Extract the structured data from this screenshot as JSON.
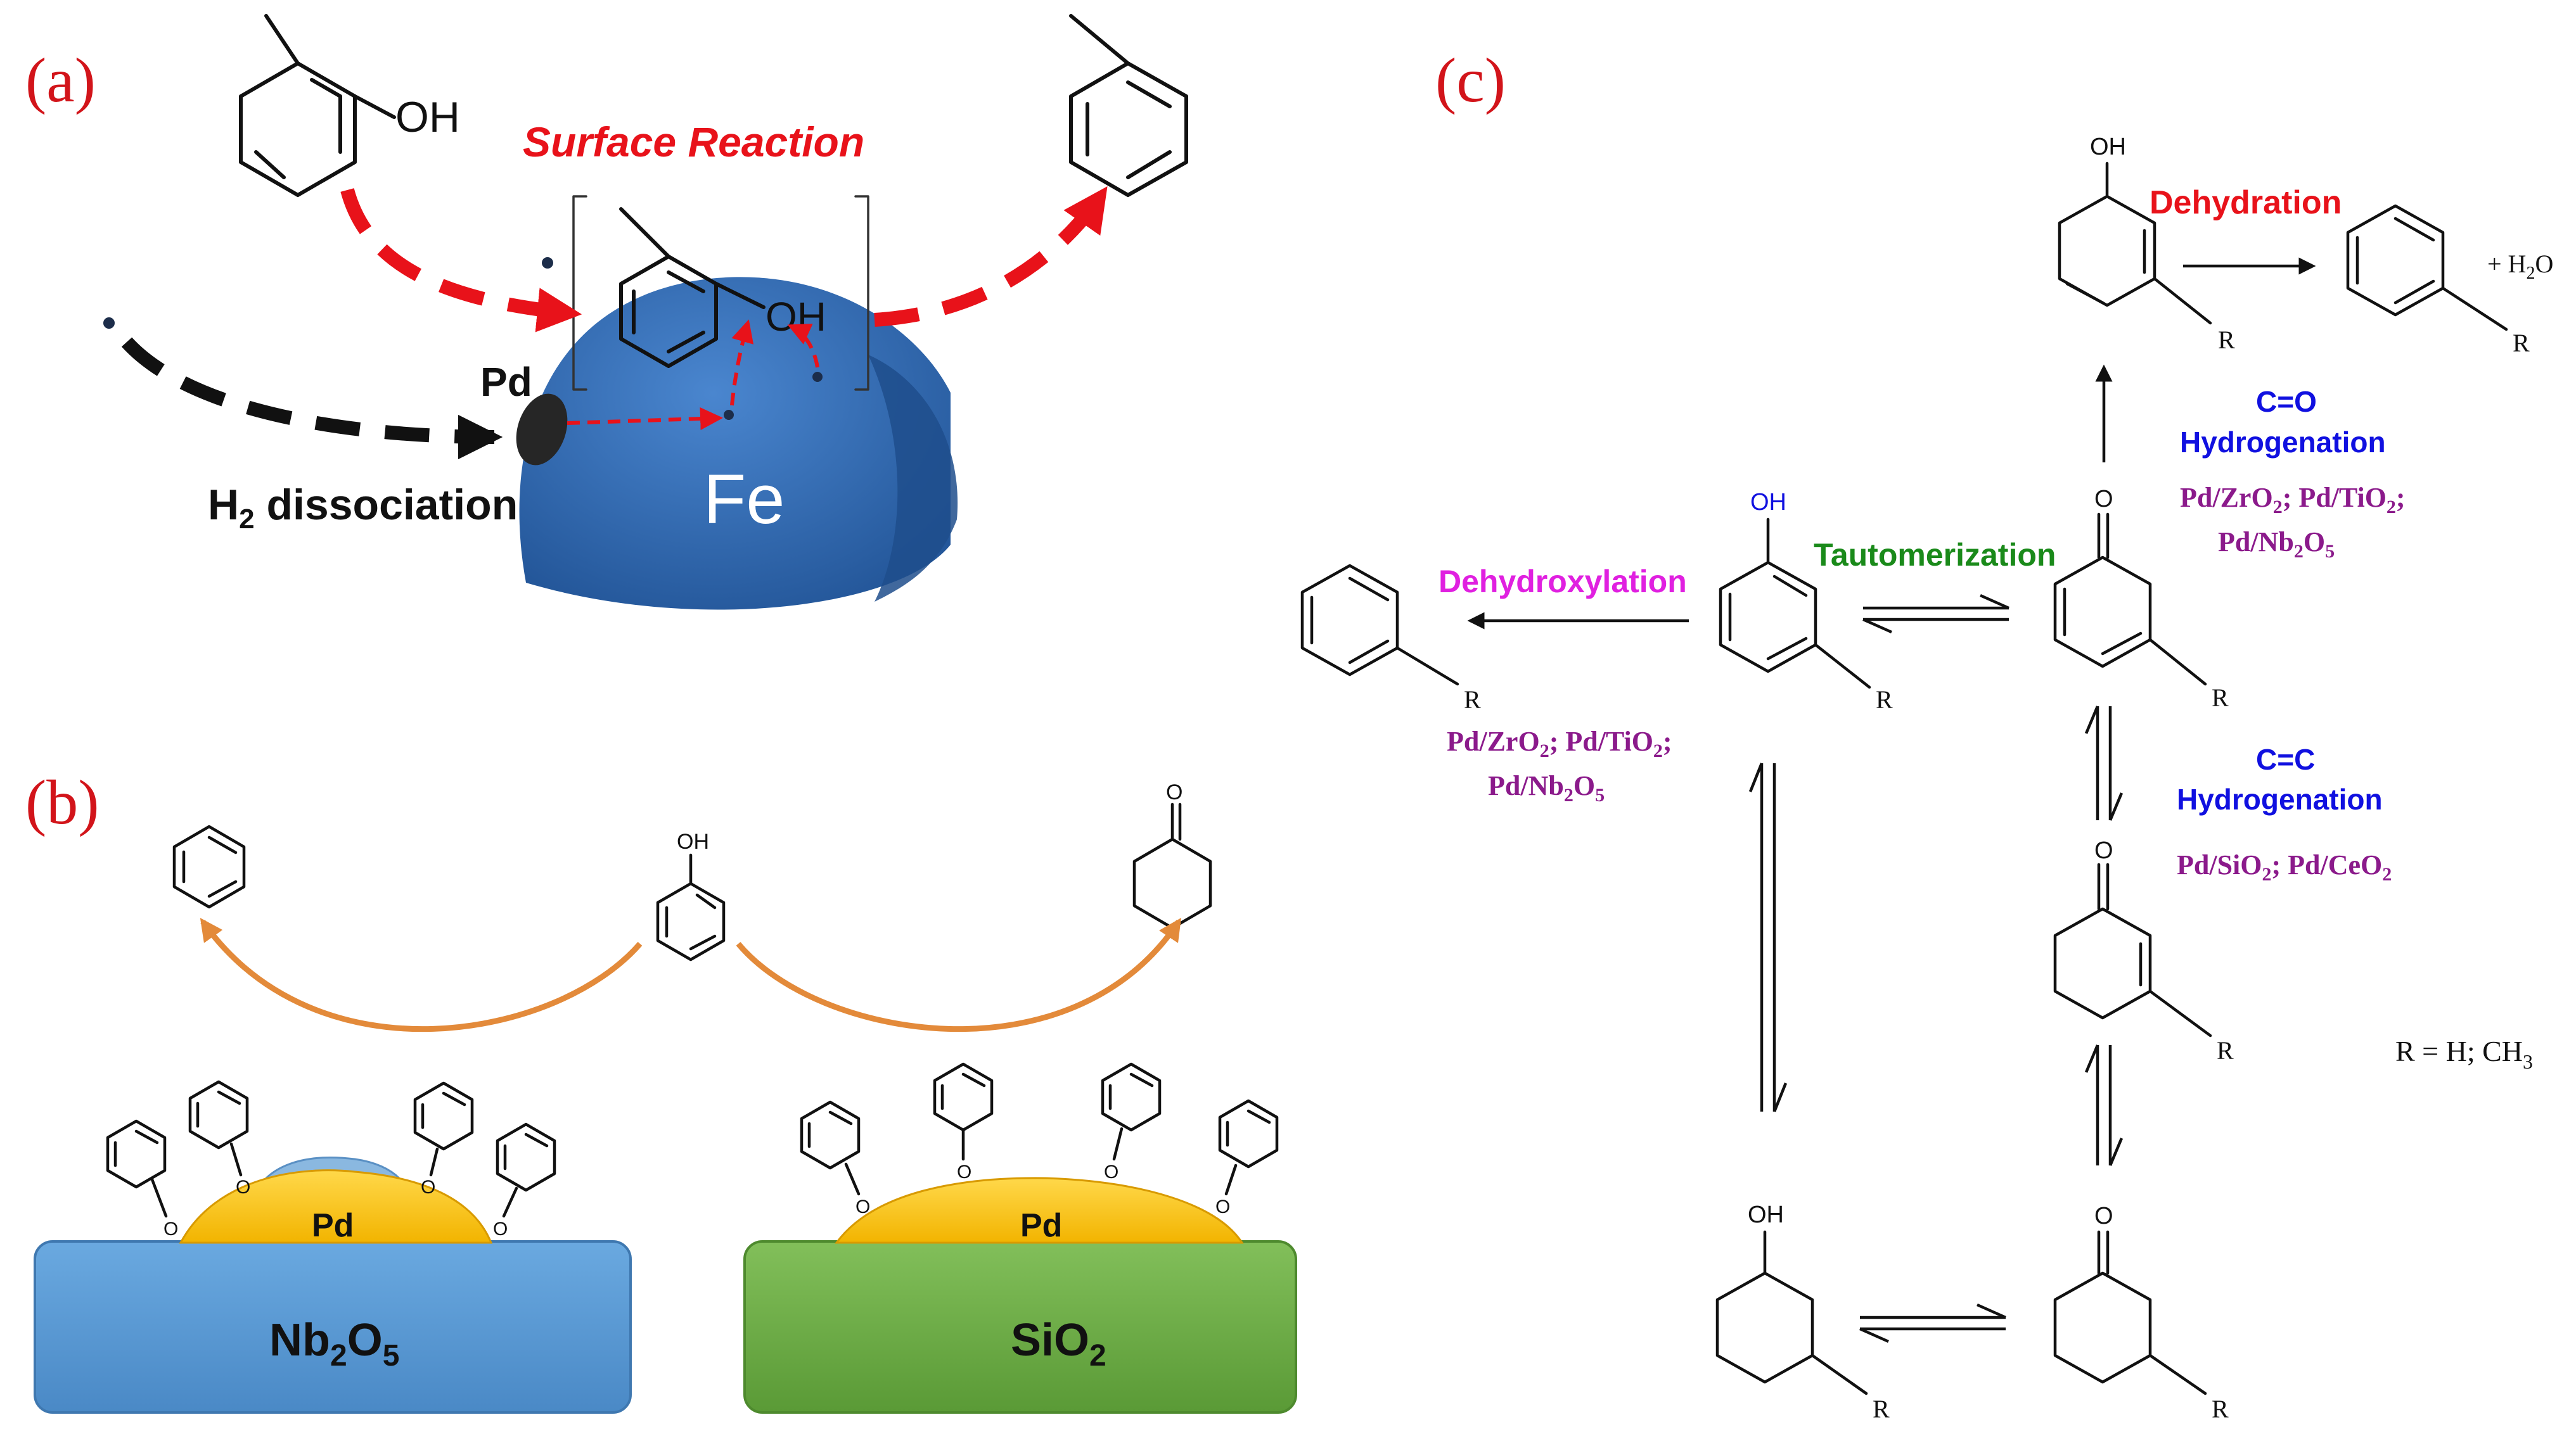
{
  "panels": {
    "a": {
      "label": "(a)",
      "title": "Surface Reaction",
      "metal_site": "Pd",
      "support": "Fe",
      "h2_text": "H",
      "h2_sub": "2",
      "h2_rest": " dissociation",
      "oh": "OH",
      "colors": {
        "arrow_red": "#e8121a",
        "arrow_black": "#111111",
        "fe_blue": "#2f69b0"
      }
    },
    "b": {
      "label": "(b)",
      "pd_left": "Pd",
      "pd_right": "Pd",
      "support_left": {
        "main": "Nb",
        "s1": "2",
        "mid": "O",
        "s2": "5"
      },
      "support_right": {
        "main": "SiO",
        "s1": "2"
      },
      "oh": "OH",
      "carbonyl_o": "O",
      "colors": {
        "nb2o5": "#5a9bd5",
        "sio2": "#6fad47",
        "pd": "#f7c21b",
        "arrow": "#e38a3a"
      }
    },
    "c": {
      "label": "(c)",
      "dehydration": "Dehydration",
      "h2o": {
        "plus": "+ H",
        "sub": "2",
        "rest": "O"
      },
      "co_hydrogenation": [
        "C=O",
        "Hydrogenation"
      ],
      "cc_hydrogenation": [
        "C=C",
        "Hydrogenation"
      ],
      "tautomerization": "Tautomerization",
      "dehydroxylation": "Dehydroxylation",
      "catalysts_co": {
        "line1": [
          [
            "Pd/ZrO",
            "2",
            "; Pd/TiO",
            "2",
            ";"
          ]
        ],
        "line2": [
          [
            "Pd/Nb",
            "2",
            "O",
            "5",
            ""
          ]
        ]
      },
      "catalysts_dehydrox": {
        "line1": [
          [
            "Pd/ZrO",
            "2",
            "; Pd/TiO",
            "2",
            ";"
          ]
        ],
        "line2": [
          [
            "Pd/Nb",
            "2",
            "O",
            "5",
            ""
          ]
        ]
      },
      "catalysts_cc": {
        "line1": [
          [
            "Pd/SiO",
            "2",
            "; Pd/CeO",
            "2",
            ""
          ]
        ]
      },
      "r_definition": {
        "text": "R = H; CH",
        "sub": "3"
      },
      "oh": "OH",
      "o": "O",
      "r": "R",
      "colors": {
        "red": "#e8121a",
        "blue": "#1010e0",
        "green": "#1a8a1a",
        "magenta": "#e020e0",
        "purple": "#8b1a8b"
      }
    }
  }
}
